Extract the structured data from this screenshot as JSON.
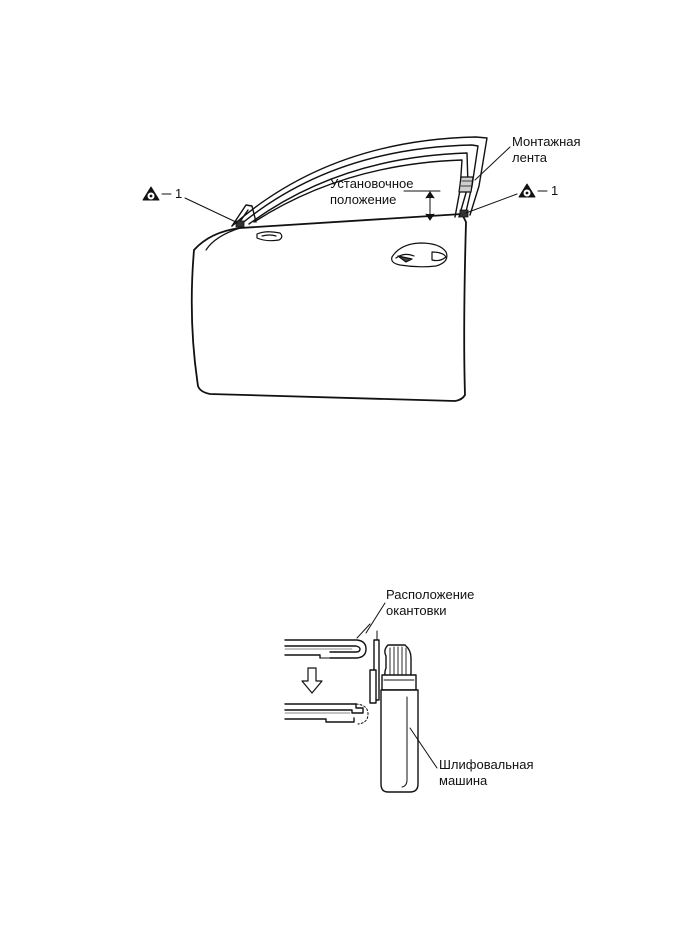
{
  "figure1": {
    "tape_label_line1": "Монтажная",
    "tape_label_line2": "лента",
    "position_label_line1": "Установочное",
    "position_label_line2": "положение",
    "marker_left": "1",
    "marker_right": "1"
  },
  "figure2": {
    "hem_label_line1": "Расположение",
    "hem_label_line2": "окантовки",
    "grinder_label_line1": "Шлифовальная",
    "grinder_label_line2": "машина"
  }
}
